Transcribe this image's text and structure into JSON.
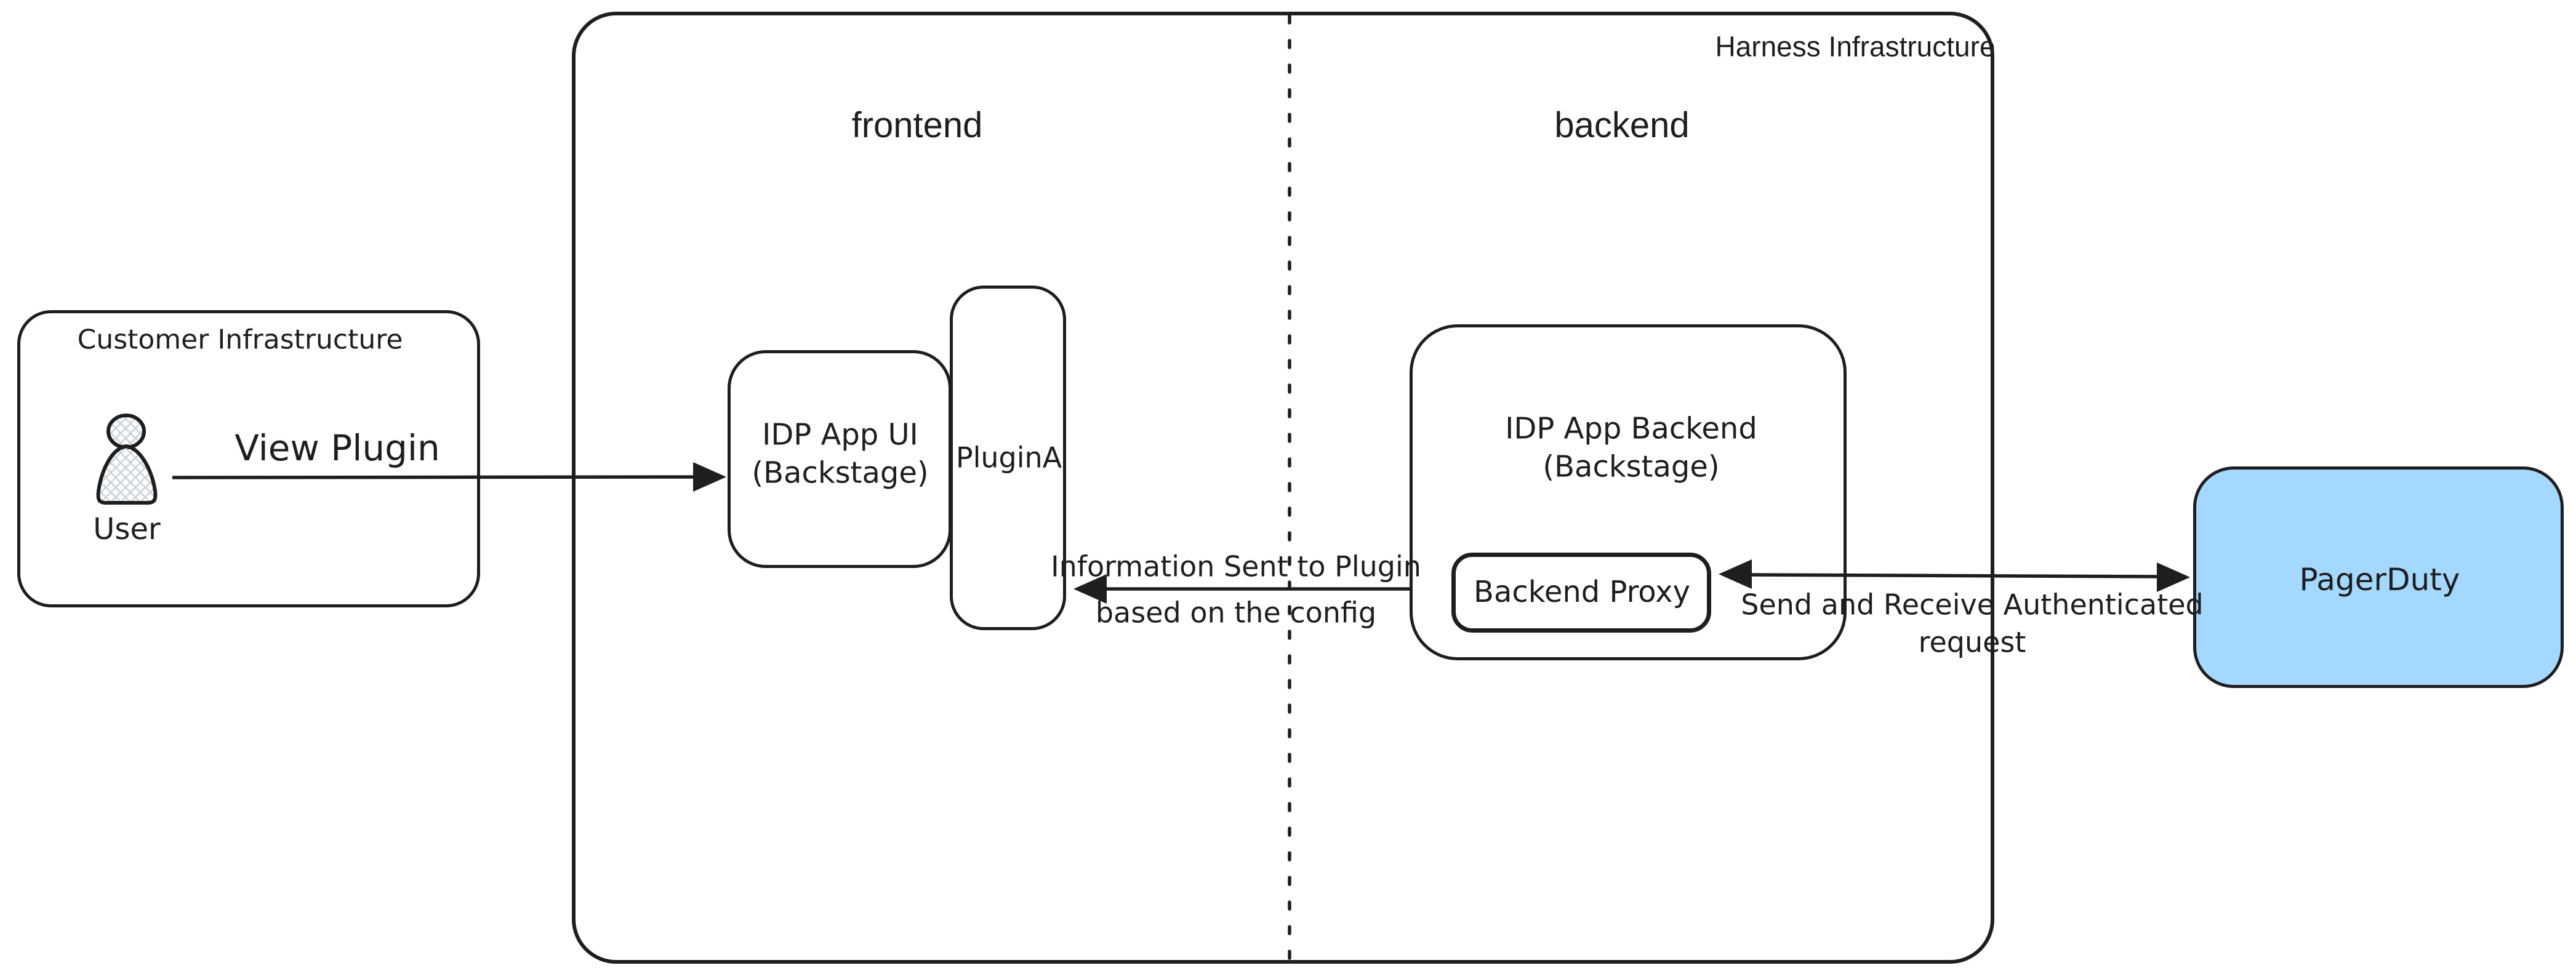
{
  "containers": {
    "customer": {
      "label": "Customer Infrastructure"
    },
    "harness": {
      "label": "Harness Infrastructure"
    },
    "frontend": {
      "label": "frontend"
    },
    "backend": {
      "label": "backend"
    }
  },
  "nodes": {
    "user": {
      "label": "User"
    },
    "idp_app_ui": {
      "line1": "IDP App UI",
      "line2": "(Backstage)"
    },
    "plugin_a": {
      "label": "PluginA"
    },
    "idp_app_backend": {
      "line1": "IDP App Backend",
      "line2": "(Backstage)"
    },
    "backend_proxy": {
      "label": "Backend Proxy"
    },
    "pagerduty": {
      "label": "PagerDuty"
    }
  },
  "edges": {
    "view_plugin": {
      "label": "View Plugin",
      "from": "User",
      "to": "IDP App UI (Backstage)",
      "arrow": "right"
    },
    "info_sent": {
      "line1": "Information Sent to Plugin",
      "line2": "based on the config",
      "from": "IDP App Backend (Backstage)",
      "to": "PluginA",
      "arrow": "left"
    },
    "auth_request": {
      "line1": "Send and Receive Authenticated",
      "line2": "request",
      "from": "Backend Proxy",
      "to": "PagerDuty",
      "arrow": "both"
    }
  },
  "colors": {
    "stroke": "#1e1e1e",
    "pagerduty_fill": "#a5d8ff",
    "user_hatch": "#c9d2da",
    "background": "#ffffff"
  }
}
